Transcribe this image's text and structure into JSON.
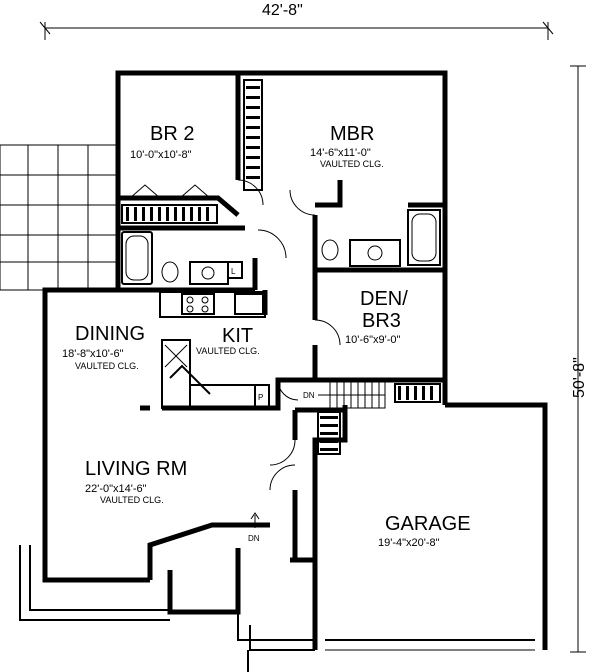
{
  "overall": {
    "width_label": "42'-8\"",
    "depth_label": "50'-8\""
  },
  "rooms": {
    "br2": {
      "name": "BR 2",
      "size": "10'-0\"x10'-8\""
    },
    "mbr": {
      "name": "MBR",
      "size": "14'-6\"x11'-0\"",
      "note": "VAULTED CLG."
    },
    "den": {
      "name": "DEN/",
      "name2": "BR3",
      "size": "10'-6\"x9'-0\""
    },
    "dining": {
      "name": "DINING",
      "size": "18'-8\"x10'-6\"",
      "note": "VAULTED CLG."
    },
    "kit": {
      "name": "KIT",
      "note": "VAULTED CLG."
    },
    "living": {
      "name": "LIVING RM",
      "size": "22'-0\"x14'-6\"",
      "note": "VAULTED CLG."
    },
    "garage": {
      "name": "GARAGE",
      "size": "19'-4\"x20'-8\""
    }
  },
  "labels": {
    "dn_stair": "DN",
    "dn_entry": "DN",
    "laundry": "L",
    "pantry": "P"
  }
}
